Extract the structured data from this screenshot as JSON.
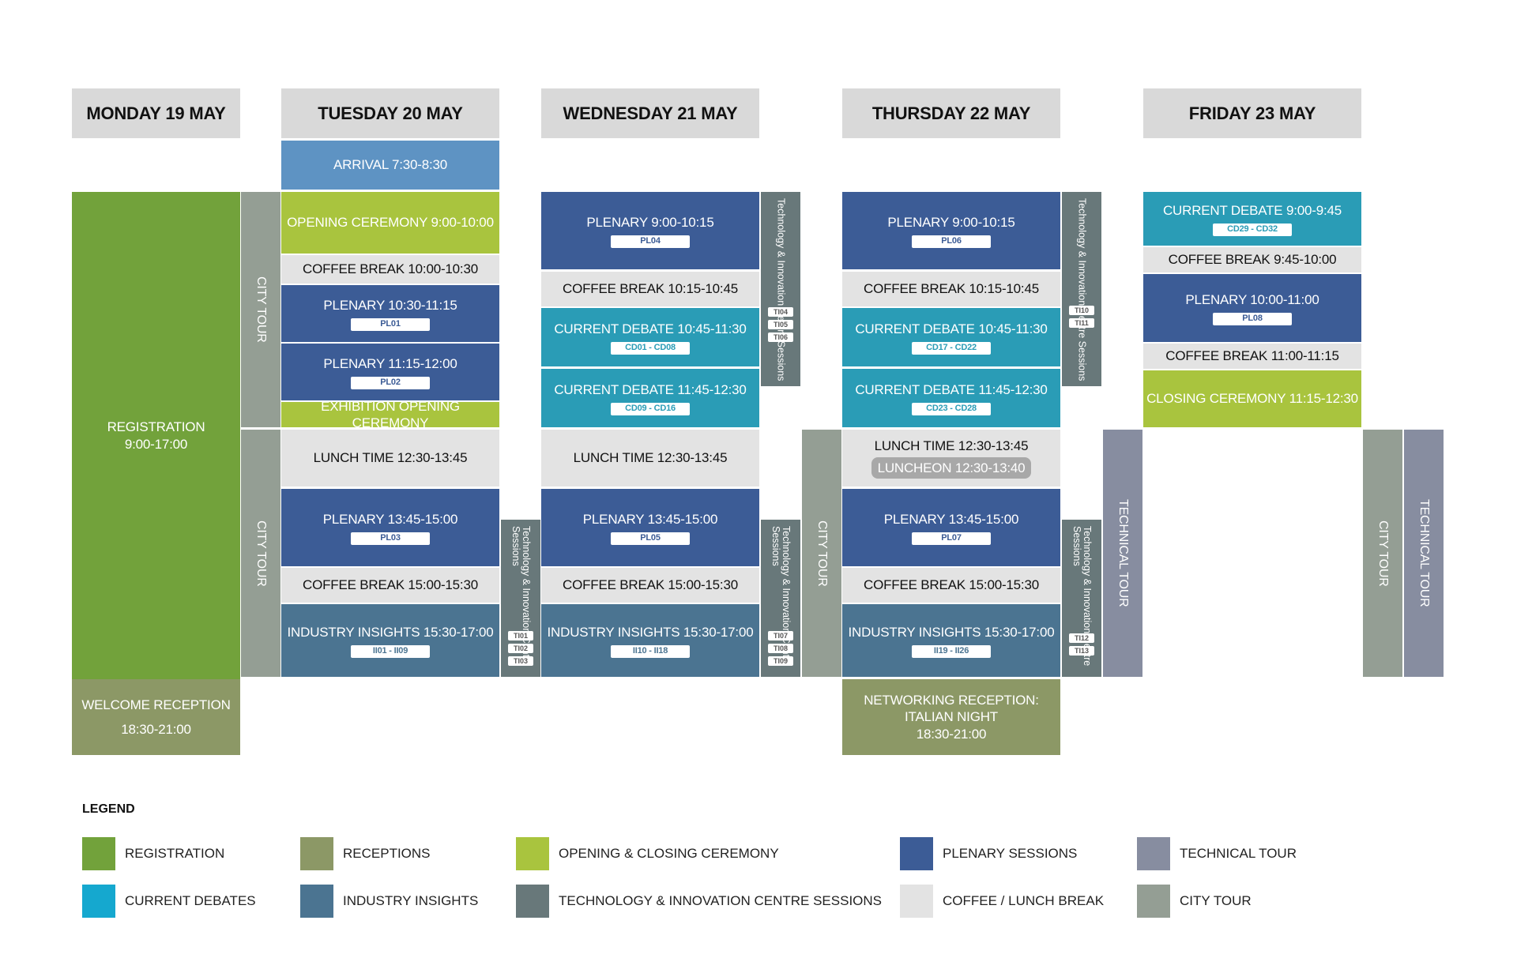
{
  "days": {
    "mon": "MONDAY 19 MAY",
    "tue": "TUESDAY 20 MAY",
    "wed": "WEDNESDAY 21 MAY",
    "thu": "THURSDAY 22 MAY",
    "fri": "FRIDAY 23 MAY"
  },
  "mon": {
    "registration": "REGISTRATION",
    "registration_time": "9:00-17:00",
    "reception": "WELCOME  RECEPTION",
    "reception_time": "18:30-21:00",
    "city_tour_1": "CITY TOUR",
    "city_tour_2": "CITY TOUR"
  },
  "tue": {
    "arrival": "ARRIVAL 7:30-8:30",
    "opening": "OPENING CEREMONY 9:00-10:00",
    "coffee1": "COFFEE BREAK 10:00-10:30",
    "plenary1": "PLENARY 10:30-11:15",
    "plenary1_code": "PL01",
    "plenary2": "PLENARY 11:15-12:00",
    "plenary2_code": "PL02",
    "exhibition": "EXHIBITION OPENING CEREMONY",
    "lunch": "LUNCH TIME 12:30-13:45",
    "plenary3": "PLENARY 13:45-15:00",
    "plenary3_code": "PL03",
    "coffee2": "COFFEE BREAK 15:00-15:30",
    "insights": "INDUSTRY INSIGHTS 15:30-17:00",
    "insights_code": "II01 - II09",
    "tic_label": "Technology & Innovation Centre Sessions",
    "tic_codes": [
      "TI01",
      "TI02",
      "TI03"
    ]
  },
  "wed": {
    "plenary1": "PLENARY 9:00-10:15",
    "plenary1_code": "PL04",
    "coffee1": "COFFEE BREAK 10:15-10:45",
    "debate1": "CURRENT DEBATE 10:45-11:30",
    "debate1_code": "CD01 - CD08",
    "debate2": "CURRENT DEBATE 11:45-12:30",
    "debate2_code": "CD09 - CD16",
    "lunch": "LUNCH TIME 12:30-13:45",
    "plenary2": "PLENARY 13:45-15:00",
    "plenary2_code": "PL05",
    "coffee2": "COFFEE BREAK 15:00-15:30",
    "insights": "INDUSTRY INSIGHTS 15:30-17:00",
    "insights_code": "II10 - II18",
    "tic_label": "Technology & Innovation Centre Sessions",
    "tic_codes_am": [
      "TI04",
      "TI05",
      "TI06"
    ],
    "tic_codes_pm": [
      "TI07",
      "TI08",
      "TI09"
    ],
    "city_tour": "CITY TOUR"
  },
  "thu": {
    "plenary1": "PLENARY 9:00-10:15",
    "plenary1_code": "PL06",
    "coffee1": "COFFEE BREAK 10:15-10:45",
    "debate1": "CURRENT DEBATE 10:45-11:30",
    "debate1_code": "CD17 - CD22",
    "debate2": "CURRENT DEBATE 11:45-12:30",
    "debate2_code": "CD23 - CD28",
    "lunch": "LUNCH TIME 12:30-13:45",
    "luncheon": "LUNCHEON 12:30-13:40",
    "plenary2": "PLENARY 13:45-15:00",
    "plenary2_code": "PL07",
    "coffee2": "COFFEE BREAK 15:00-15:30",
    "insights": "INDUSTRY INSIGHTS 15:30-17:00",
    "insights_code": "II19 - II26",
    "reception1": "NETWORKING RECEPTION:",
    "reception2": "ITALIAN NIGHT",
    "reception_time": "18:30-21:00",
    "tic_label": "Technology & Innovation Centre Sessions",
    "tic_codes_am": [
      "TI10",
      "TI11"
    ],
    "tic_codes_pm": [
      "TI12",
      "TI13"
    ],
    "technical_tour": "TECHNICAL TOUR"
  },
  "fri": {
    "debate": "CURRENT DEBATE 9:00-9:45",
    "debate_code": "CD29 - CD32",
    "coffee1": "COFFEE BREAK 9:45-10:00",
    "plenary": "PLENARY 10:00-11:00",
    "plenary_code": "PL08",
    "coffee2": "COFFEE BREAK 11:00-11:15",
    "closing": "CLOSING CEREMONY 11:15-12:30",
    "city_tour": "CITY TOUR",
    "technical_tour": "TECHNICAL TOUR"
  },
  "legend": {
    "title": "LEGEND",
    "items": [
      {
        "label": "REGISTRATION",
        "color": "#72a23b"
      },
      {
        "label": "RECEPTIONS",
        "color": "#8c9866"
      },
      {
        "label": "OPENING & CLOSING CEREMONY",
        "color": "#a9c43e"
      },
      {
        "label": "PLENARY SESSIONS",
        "color": "#3c5c96"
      },
      {
        "label": "TECHNICAL TOUR",
        "color": "#878da0"
      },
      {
        "label": "CURRENT DEBATES",
        "color": "#2a9cb6"
      },
      {
        "label": "INDUSTRY INSIGHTS",
        "color": "#4b7491"
      },
      {
        "label": "TECHNOLOGY & INNOVATION CENTRE SESSIONS",
        "color": "#68787a"
      },
      {
        "label": "COFFEE / LUNCH BREAK",
        "color": "#e3e3e3"
      },
      {
        "label": "CITY TOUR",
        "color": "#949e94"
      }
    ]
  }
}
